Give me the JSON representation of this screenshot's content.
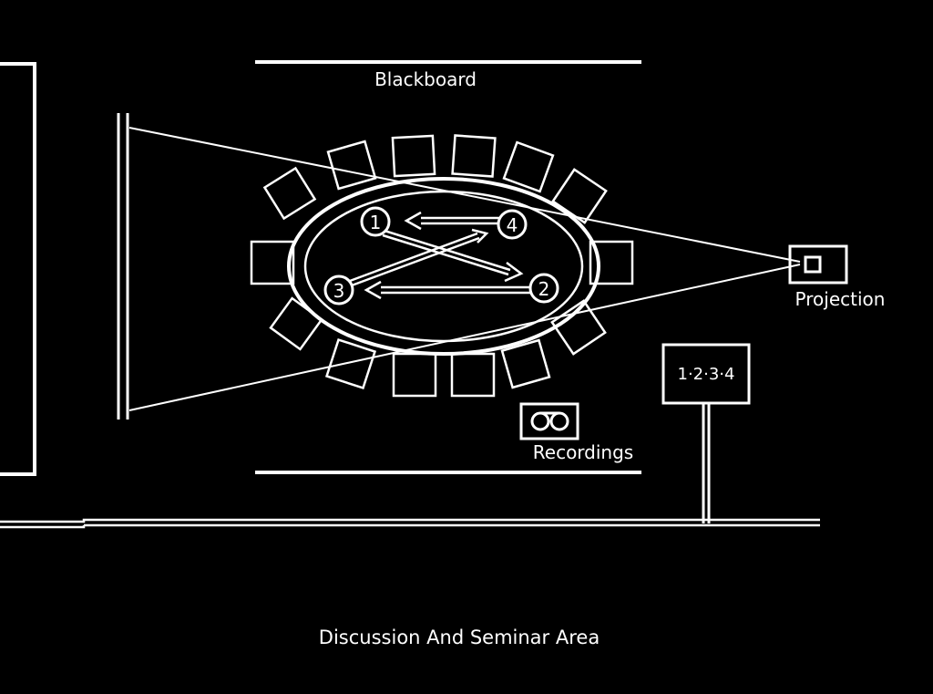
{
  "labels": {
    "blackboard": "Blackboard",
    "projection": "Projection",
    "recordings": "Recordings",
    "counter": "1·2·3·4",
    "caption": "Discussion And Seminar Area"
  },
  "speakers": [
    "1",
    "2",
    "3",
    "4"
  ],
  "colors": {
    "background": "#000000",
    "line": "#ffffff"
  }
}
